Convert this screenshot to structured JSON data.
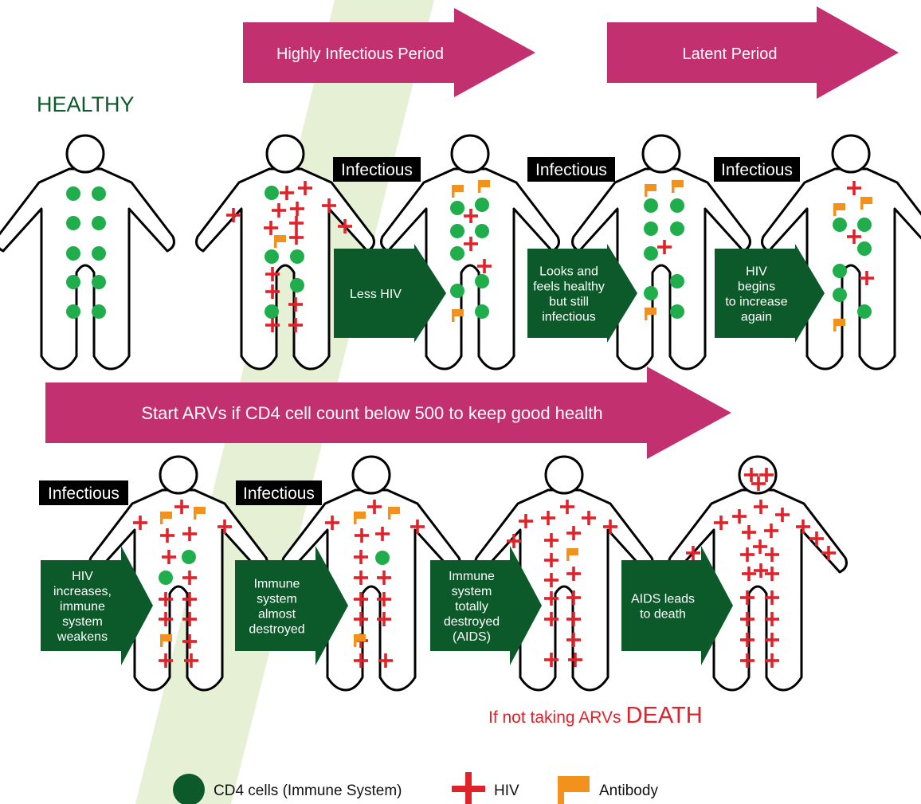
{
  "colors": {
    "magenta": "#c2306f",
    "dark_green": "#0c5a2a",
    "cd4_green": "#1fae4b",
    "hiv_red": "#e0222a",
    "antibody_orange": "#f2911b",
    "diagonal_band": "#e6f0d4",
    "black": "#000000",
    "death_red": "#e0222a"
  },
  "arrows_top": {
    "highly_infectious": "Highly Infectious Period",
    "latent": "Latent Period",
    "arvs": "Start ARVs if CD4 cell count below 500 to keep good health"
  },
  "healthy_label": "HEALTHY",
  "infectious_tags": [
    "Infectious",
    "Infectious",
    "Infectious",
    "Infectious",
    "Infectious"
  ],
  "stage_arrows": [
    [
      "Less HIV"
    ],
    [
      "Looks and",
      "feels healthy",
      "but still",
      "infectious"
    ],
    [
      "HIV",
      "begins",
      "to increase",
      "again"
    ],
    [
      "HIV",
      "increases,",
      "immune",
      "system",
      "weakens"
    ],
    [
      "Immune",
      "system",
      "almost",
      "destroyed"
    ],
    [
      "Immune",
      "system",
      "totally",
      "destroyed",
      "(AIDS)"
    ],
    [
      "AIDS leads",
      "to death"
    ]
  ],
  "death_note": {
    "prefix": "If not taking ARVs",
    "word": "DEATH"
  },
  "legend": {
    "cd4": "CD4 cells (Immune System)",
    "hiv": "HIV",
    "antibody": "Antibody"
  },
  "icons": [
    "cd4-cell-icon",
    "hiv-cross-icon",
    "antibody-flag-icon"
  ]
}
